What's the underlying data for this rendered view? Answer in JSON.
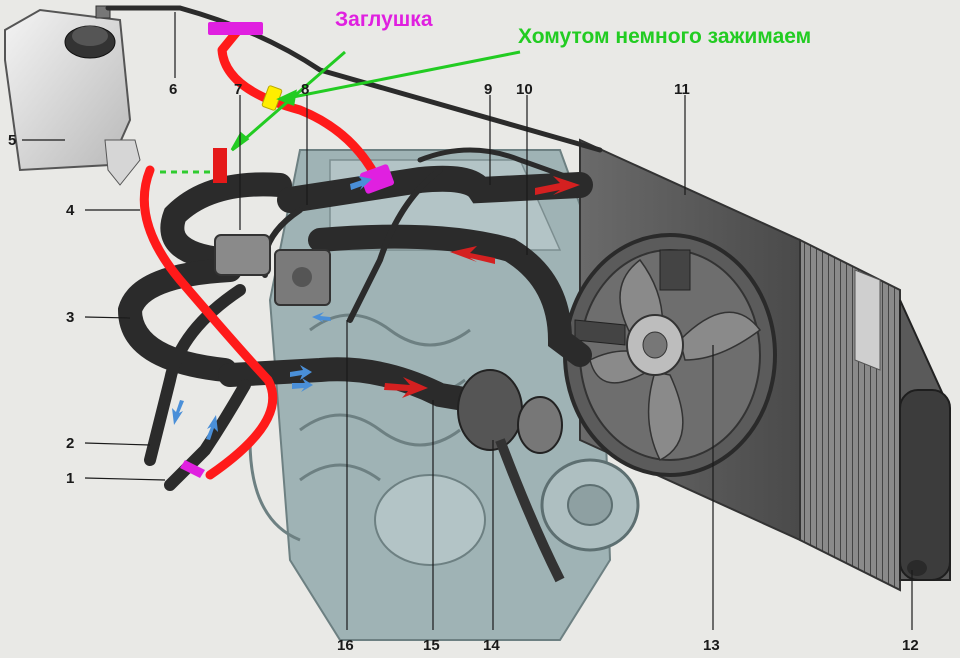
{
  "annotations": {
    "plug": {
      "text": "Заглушка",
      "color": "#e020e0"
    },
    "clamp": {
      "text": "Хомутом немного зажимаем",
      "color": "#22cc22"
    }
  },
  "parts": [
    {
      "id": "1",
      "label": "1"
    },
    {
      "id": "2",
      "label": "2"
    },
    {
      "id": "3",
      "label": "3"
    },
    {
      "id": "4",
      "label": "4"
    },
    {
      "id": "5",
      "label": "5"
    },
    {
      "id": "6",
      "label": "6"
    },
    {
      "id": "7",
      "label": "7"
    },
    {
      "id": "8",
      "label": "8"
    },
    {
      "id": "9",
      "label": "9"
    },
    {
      "id": "10",
      "label": "10"
    },
    {
      "id": "11",
      "label": "11"
    },
    {
      "id": "12",
      "label": "12"
    },
    {
      "id": "13",
      "label": "13"
    },
    {
      "id": "14",
      "label": "14"
    },
    {
      "id": "15",
      "label": "15"
    },
    {
      "id": "16",
      "label": "16"
    }
  ],
  "colors": {
    "modified_hose": "#ff1a1a",
    "plug_marker": "#e020e0",
    "clamp_marker": "#ffee00",
    "arrow_hot": "#d42020",
    "arrow_cold": "#4a8fd8",
    "hose": "#2b2b2b",
    "engine": "#9fb3b5"
  }
}
